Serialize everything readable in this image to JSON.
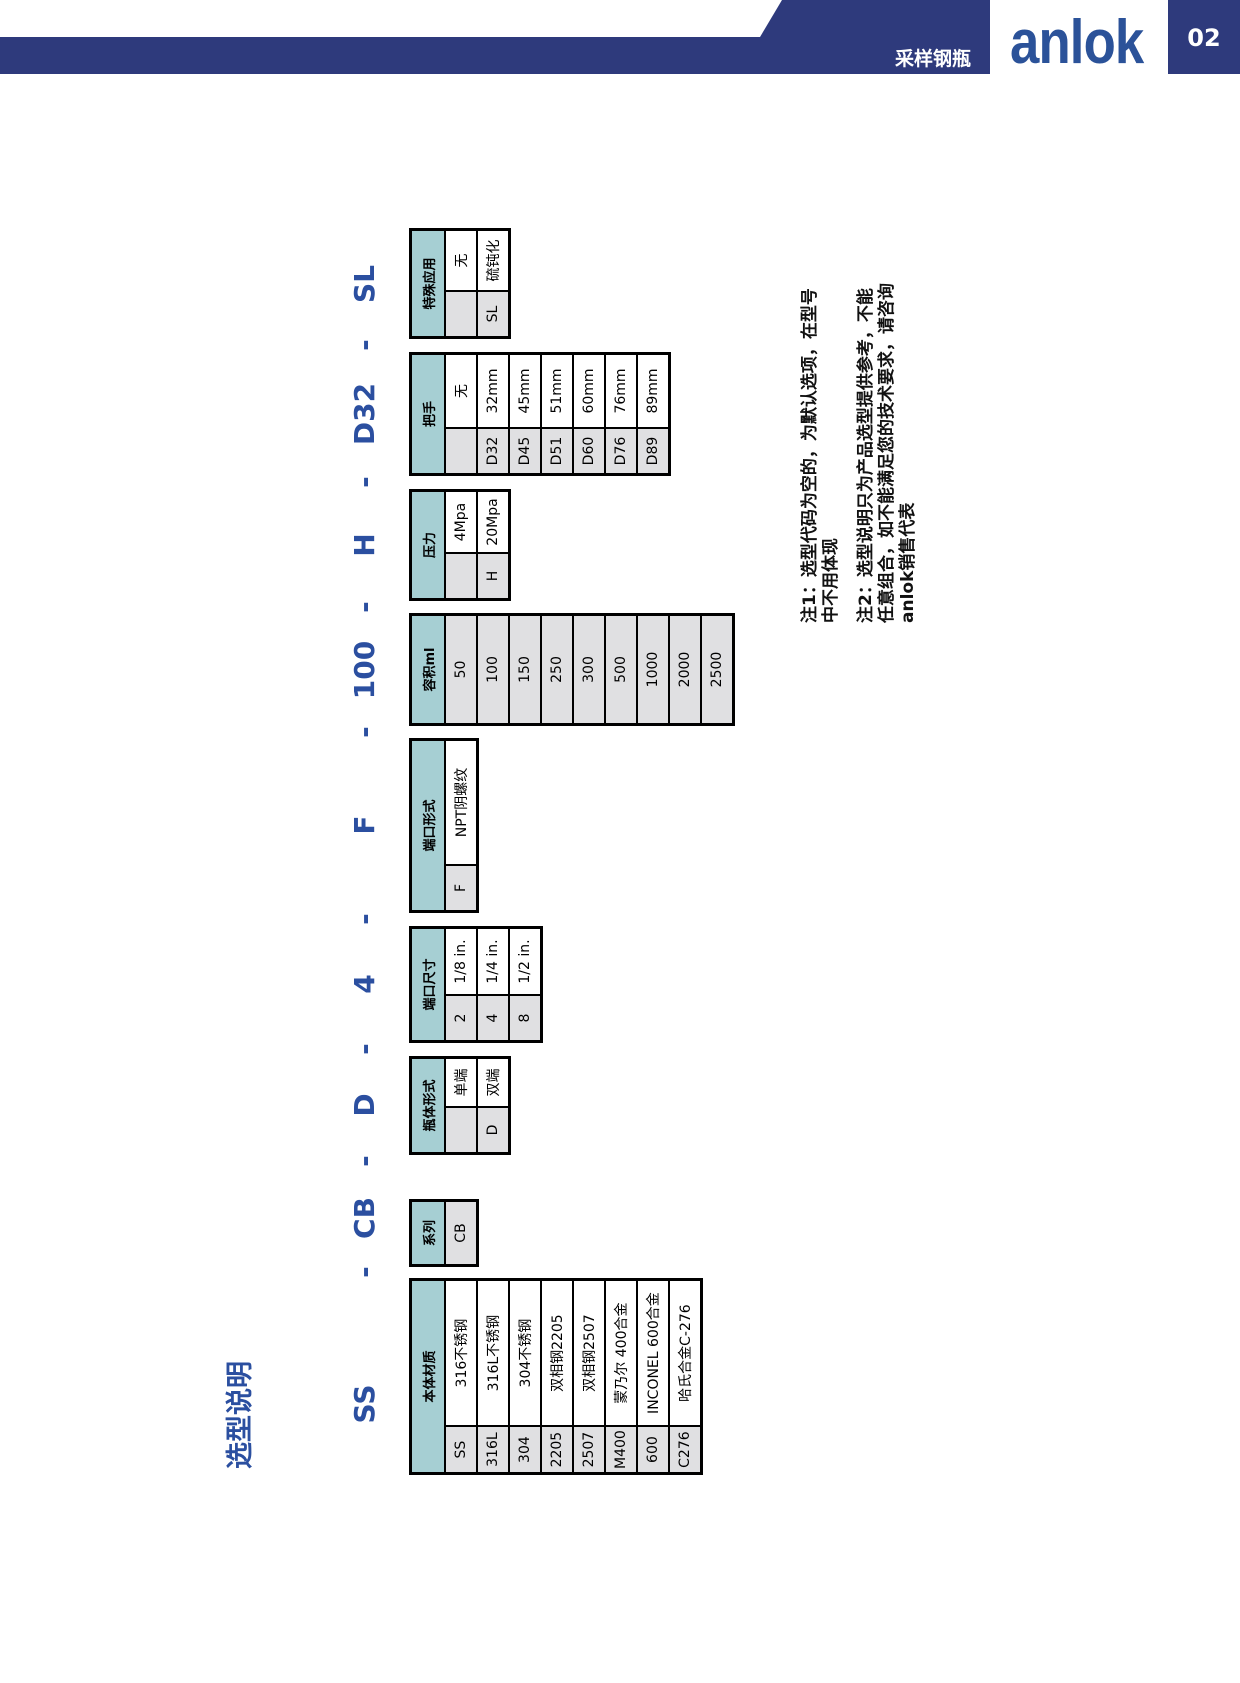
{
  "header": {
    "category": "采样钢瓶",
    "logo": "anlok",
    "page_number": "02"
  },
  "title": "选型说明",
  "code_parts": [
    "SS",
    "-",
    "CB",
    "-",
    "D",
    "-",
    "4",
    "-",
    "F",
    "-",
    "100",
    "-",
    "H",
    "-",
    "D32",
    "-",
    "SL"
  ],
  "tables": {
    "material": {
      "header": "本体材质",
      "rows": [
        [
          "SS",
          "316不锈钢"
        ],
        [
          "316L",
          "316L不锈钢"
        ],
        [
          "304",
          "304不锈钢"
        ],
        [
          "2205",
          "双相钢2205"
        ],
        [
          "2507",
          "双相钢2507"
        ],
        [
          "M400",
          "蒙乃尔 400合金"
        ],
        [
          "600",
          "INCONEL 600合金"
        ],
        [
          "C276",
          "哈氏合金C-276"
        ]
      ]
    },
    "series": {
      "header": "系列",
      "rows": [
        [
          "CB"
        ]
      ]
    },
    "body": {
      "header": "瓶体形式",
      "rows": [
        [
          "",
          "单端"
        ],
        [
          "D",
          "双端"
        ]
      ]
    },
    "port_size": {
      "header": "端口尺寸",
      "rows": [
        [
          "2",
          "1/8 in."
        ],
        [
          "4",
          "1/4 in."
        ],
        [
          "8",
          "1/2 in."
        ]
      ]
    },
    "port_type": {
      "header": "端口形式",
      "rows": [
        [
          "F",
          "NPT阴螺纹"
        ]
      ]
    },
    "volume": {
      "header": "容积ml",
      "rows": [
        [
          "50"
        ],
        [
          "100"
        ],
        [
          "150"
        ],
        [
          "250"
        ],
        [
          "300"
        ],
        [
          "500"
        ],
        [
          "1000"
        ],
        [
          "2000"
        ],
        [
          "2500"
        ]
      ]
    },
    "pressure": {
      "header": "压力",
      "rows": [
        [
          "",
          "4Mpa"
        ],
        [
          "H",
          "20Mpa"
        ]
      ]
    },
    "handle": {
      "header": "把手",
      "rows": [
        [
          "",
          "无"
        ],
        [
          "D32",
          "32mm"
        ],
        [
          "D45",
          "45mm"
        ],
        [
          "D51",
          "51mm"
        ],
        [
          "D60",
          "60mm"
        ],
        [
          "D76",
          "76mm"
        ],
        [
          "D89",
          "89mm"
        ]
      ]
    },
    "special": {
      "header": "特殊应用",
      "rows": [
        [
          "",
          "无"
        ],
        [
          "SL",
          "硫钝化"
        ]
      ]
    }
  },
  "notes": [
    "注1：选型代码为空的，为默认选项，在型号中不用体现",
    "注2：选型说明只为产品选型提供参考，不能任意组合，如不能满足您的技术要求，请咨询anlok销售代表"
  ]
}
